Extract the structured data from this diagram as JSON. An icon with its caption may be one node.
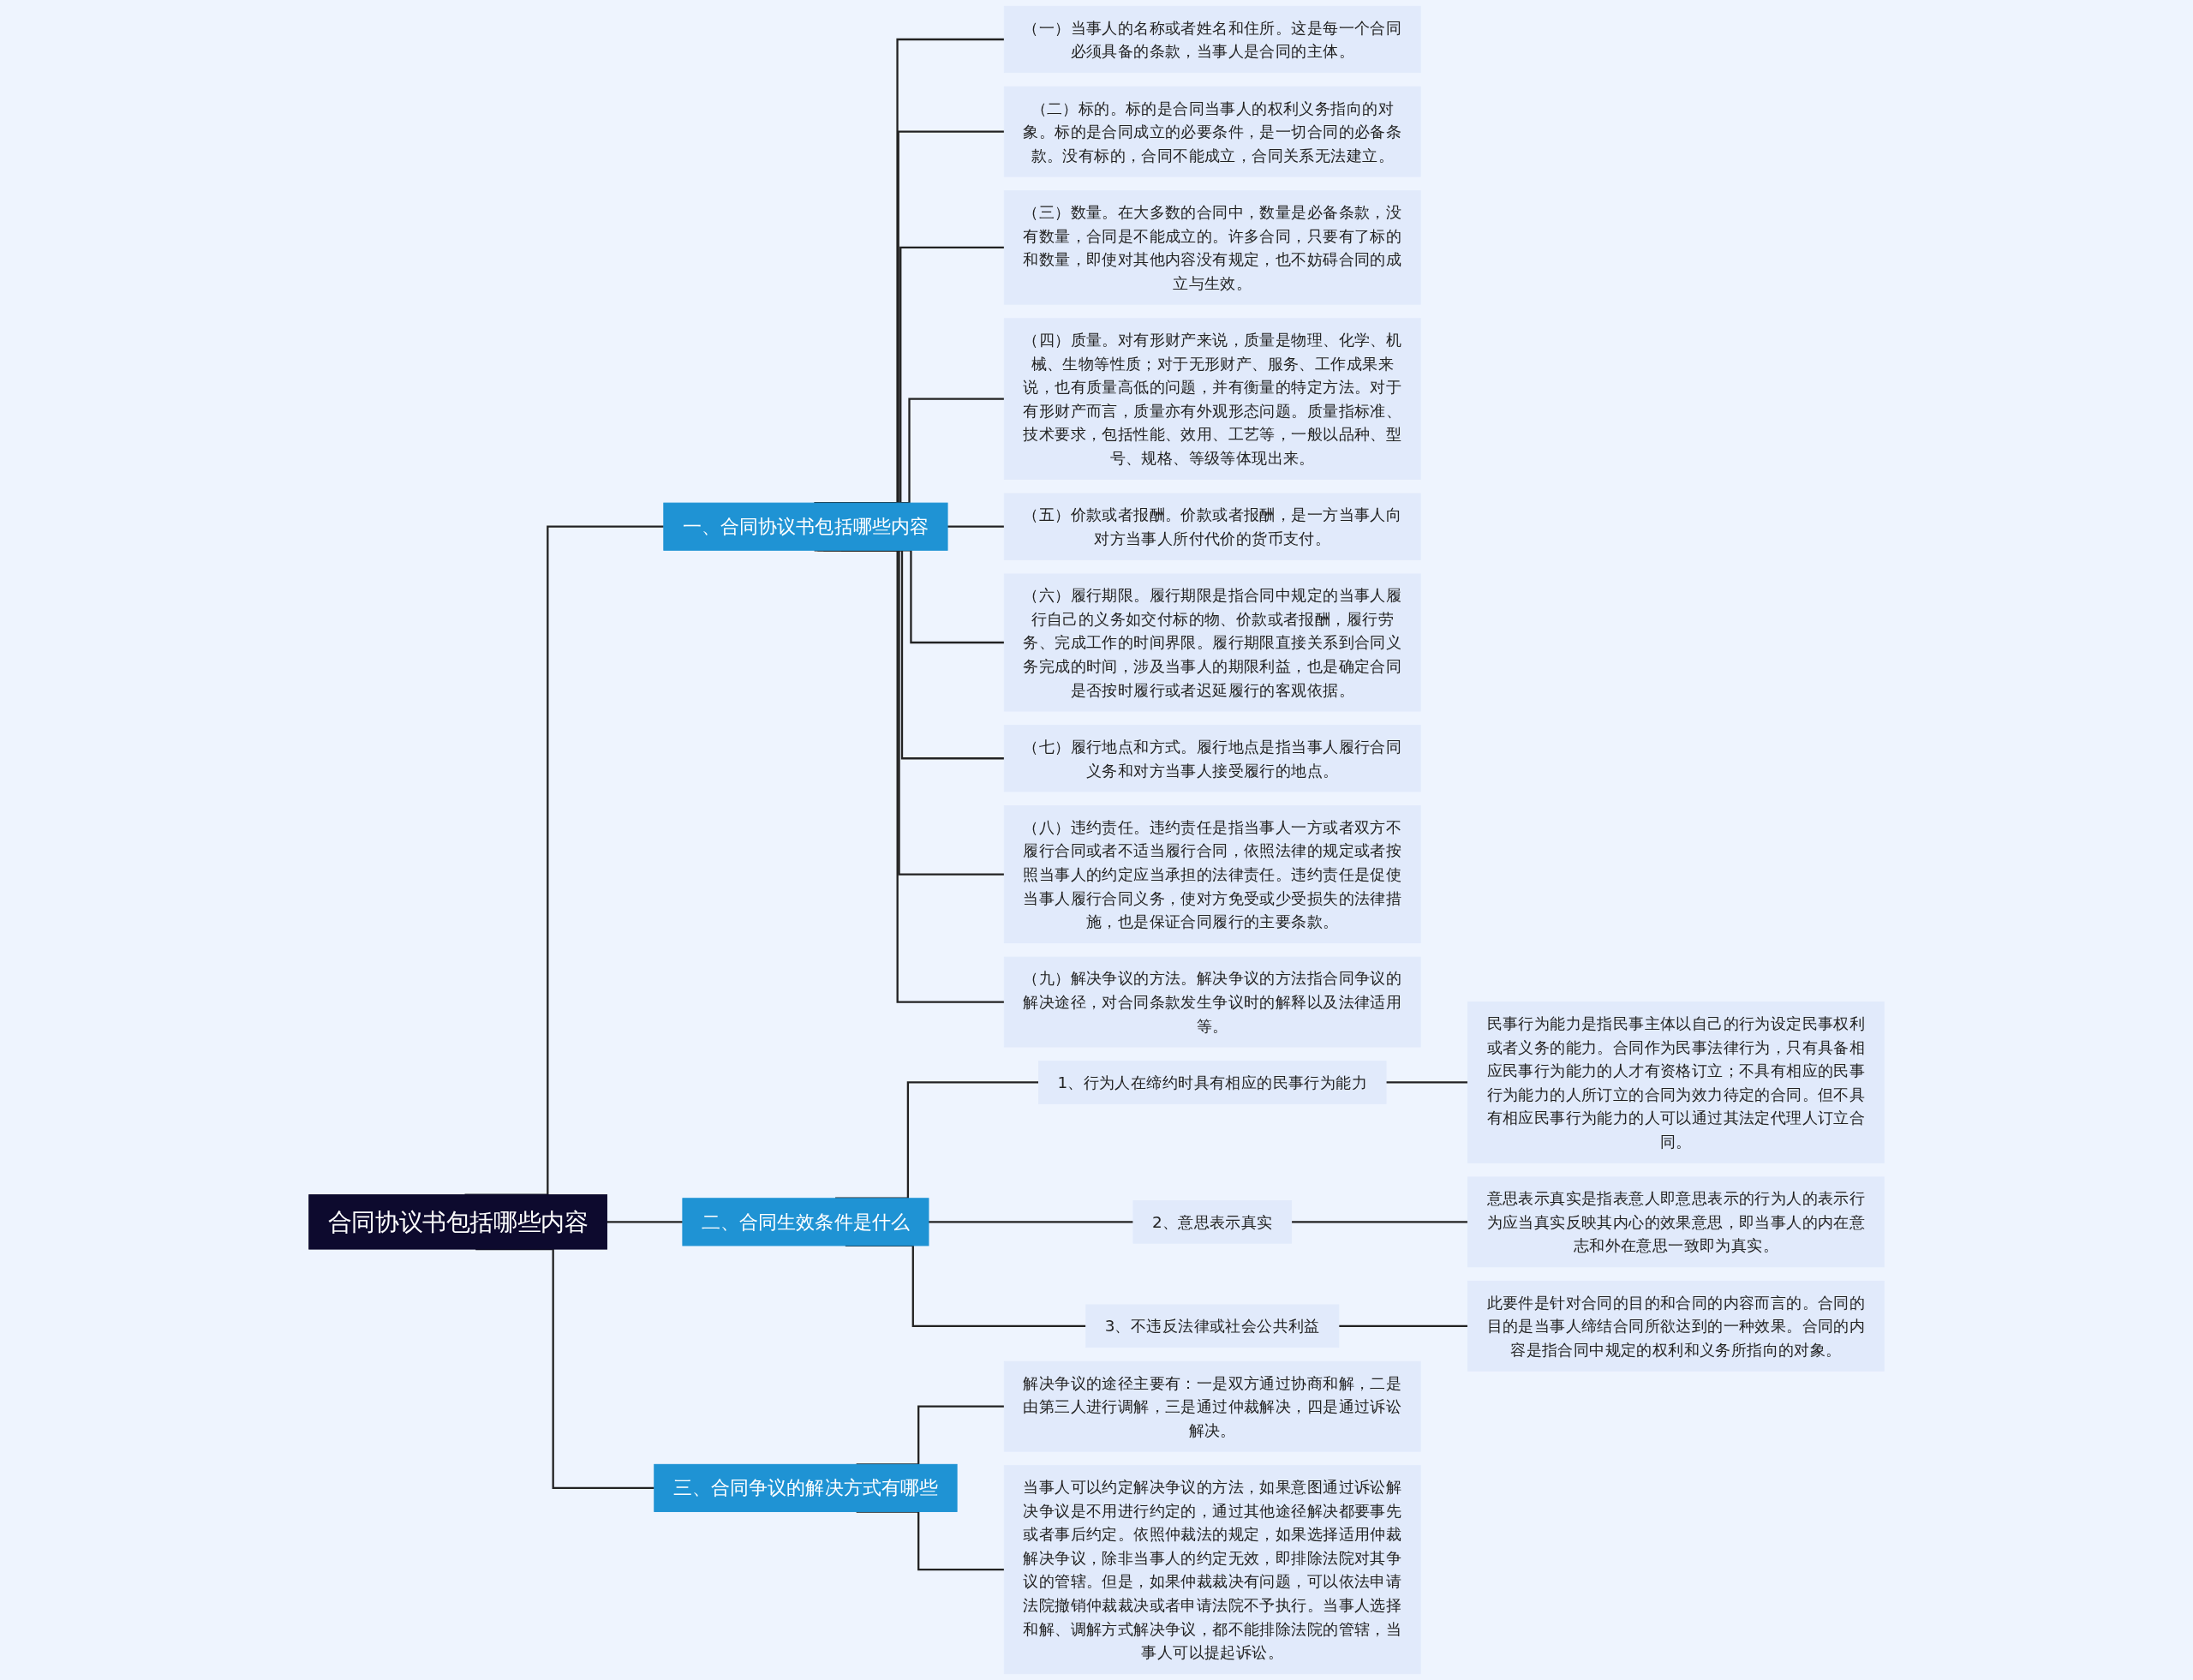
{
  "diagram": {
    "nodes": [
      {
        "text": [
          "合同协议书包括哪些内容"
        ]
      },
      {
        "text": [
          "一、合同协议书包括哪些内容"
        ]
      },
      {
        "text": [
          "（一）当事人的名称或者姓名和住所。这是每一个合同必须具备的条款，当事人是合同的主体。"
        ]
      },
      {
        "text": [
          "（二）标的。标的是合同当事人的权利义务指向的对象。标的是合同成立的必要条件，是一切合同的必备条款。没有标的，合同不能成立，合同关系无法建立。"
        ]
      },
      {
        "text": [
          "（三）数量。在大多数的合同中，数量是必备条款，没有数量，合同是不能成立的。许多合同，只要有了标的和数量，即使对其他内容没有规定，也不妨碍合同的成立与生效。"
        ]
      },
      {
        "text": [
          "（四）质量。对有形财产来说，质量是物理、化学、机械、生物等性质；对于无形财产、服务、工作成果来说，也有质量高低的问题，并有衡量的特定方法。对于有形财产而言，质量亦有外观形态问题。质量指标准、技术要求，包括性能、效用、工艺等，一般以品种、型号、规格、等级等体现出来。"
        ]
      },
      {
        "text": [
          "（五）价款或者报酬。价款或者报酬，是一方当事人向对方当事人所付代价的货币支付。"
        ]
      },
      {
        "text": [
          "（六）履行期限。履行期限是指合同中规定的当事人履行自己的义务如交付标的物、价款或者报酬，履行劳务、完成工作的时间界限。履行期限直接关系到合同义务完成的时间，涉及当事人的期限利益，也是确定合同是否按时履行或者迟延履行的客观依据。"
        ]
      },
      {
        "text": [
          "（七）履行地点和方式。履行地点是指当事人履行合同义务和对方当事人接受履行的地点。"
        ]
      },
      {
        "text": [
          "（八）违约责任。违约责任是指当事人一方或者双方不履行合同或者不适当履行合同，依照法律的规定或者按照当事人的约定应当承担的法律责任。违约责任是促使当事人履行合同义务，使对方免受或少受损失的法律措施，也是保证合同履行的主要条款。"
        ]
      },
      {
        "text": [
          "（九）解决争议的方法。解决争议的方法指合同争议的解决途径，对合同条款发生争议时的解释以及法律适用等。"
        ]
      },
      {
        "text": [
          "二、合同生效条件是什么"
        ]
      },
      {
        "text": [
          "1、行为人在缔约时具有相应的民事行为能力"
        ]
      },
      {
        "text": [
          "民事行为能力是指民事主体以自己的行为设定民事权利或者义务的能力。合同作为民事法律行为，只有具备相应民事行为能力的人才有资格订立；不具有相应的民事行为能力的人所订立的合同为效力待定的合同。但不具有相应民事行为能力的人可以通过其法定代理人订立合同。"
        ]
      },
      {
        "text": [
          "2、意思表示真实"
        ]
      },
      {
        "text": [
          "意思表示真实是指表意人即意思表示的行为人的表示行为应当真实反映其内心的效果意思，即当事人的内在意志和外在意思一致即为真实。"
        ]
      },
      {
        "text": [
          "3、不违反法律或社会公共利益"
        ]
      },
      {
        "text": [
          "此要件是针对合同的目的和合同的内容而言的。合同的目的是当事人缔结合同所欲达到的一种效果。合同的内容是指合同中规定的权利和义务所指向的对象。"
        ]
      },
      {
        "text": [
          "三、合同争议的解决方式有哪些"
        ]
      },
      {
        "text": [
          "解决争议的途径主要有：一是双方通过协商和解，二是由第三人进行调解，三是通过仲裁解决，四是通过诉讼解决。"
        ]
      },
      {
        "text": [
          "当事人可以约定解决争议的方法，如果意图通过诉讼解决争议是不用进行约定的，通过其他途径解决都要事先或者事后约定。依照仲裁法的规定，如果选择适用仲裁解决争议，除非当事人的约定无效，即排除法院对其争议的管辖。但是，如果仲裁裁决有问题，可以依法申请法院撤销仲裁裁决或者申请法院不予执行。当事人选择和解、调解方式解决争议，都不能排除法院的管辖，当事人可以提起诉讼。"
        ]
      }
    ],
    "edges": [
      {
        "from": 0,
        "to": 1,
        "arrow": "none"
      },
      {
        "from": 1,
        "to": 2,
        "arrow": "none"
      },
      {
        "from": 1,
        "to": 3,
        "arrow": "none"
      },
      {
        "from": 1,
        "to": 4,
        "arrow": "none"
      },
      {
        "from": 1,
        "to": 5,
        "arrow": "none"
      },
      {
        "from": 1,
        "to": 6,
        "arrow": "none"
      },
      {
        "from": 1,
        "to": 7,
        "arrow": "none"
      },
      {
        "from": 1,
        "to": 8,
        "arrow": "none"
      },
      {
        "from": 1,
        "to": 9,
        "arrow": "none"
      },
      {
        "from": 1,
        "to": 10,
        "arrow": "none"
      },
      {
        "from": 0,
        "to": 11,
        "arrow": "none"
      },
      {
        "from": 11,
        "to": 12,
        "arrow": "none"
      },
      {
        "from": 12,
        "to": 13,
        "arrow": "none"
      },
      {
        "from": 11,
        "to": 14,
        "arrow": "none"
      },
      {
        "from": 14,
        "to": 15,
        "arrow": "none"
      },
      {
        "from": 11,
        "to": 16,
        "arrow": "none"
      },
      {
        "from": 16,
        "to": 17,
        "arrow": "none"
      },
      {
        "from": 0,
        "to": 18,
        "arrow": "none"
      },
      {
        "from": 18,
        "to": 19,
        "arrow": "none"
      },
      {
        "from": 18,
        "to": 20,
        "arrow": "none"
      }
    ]
  }
}
